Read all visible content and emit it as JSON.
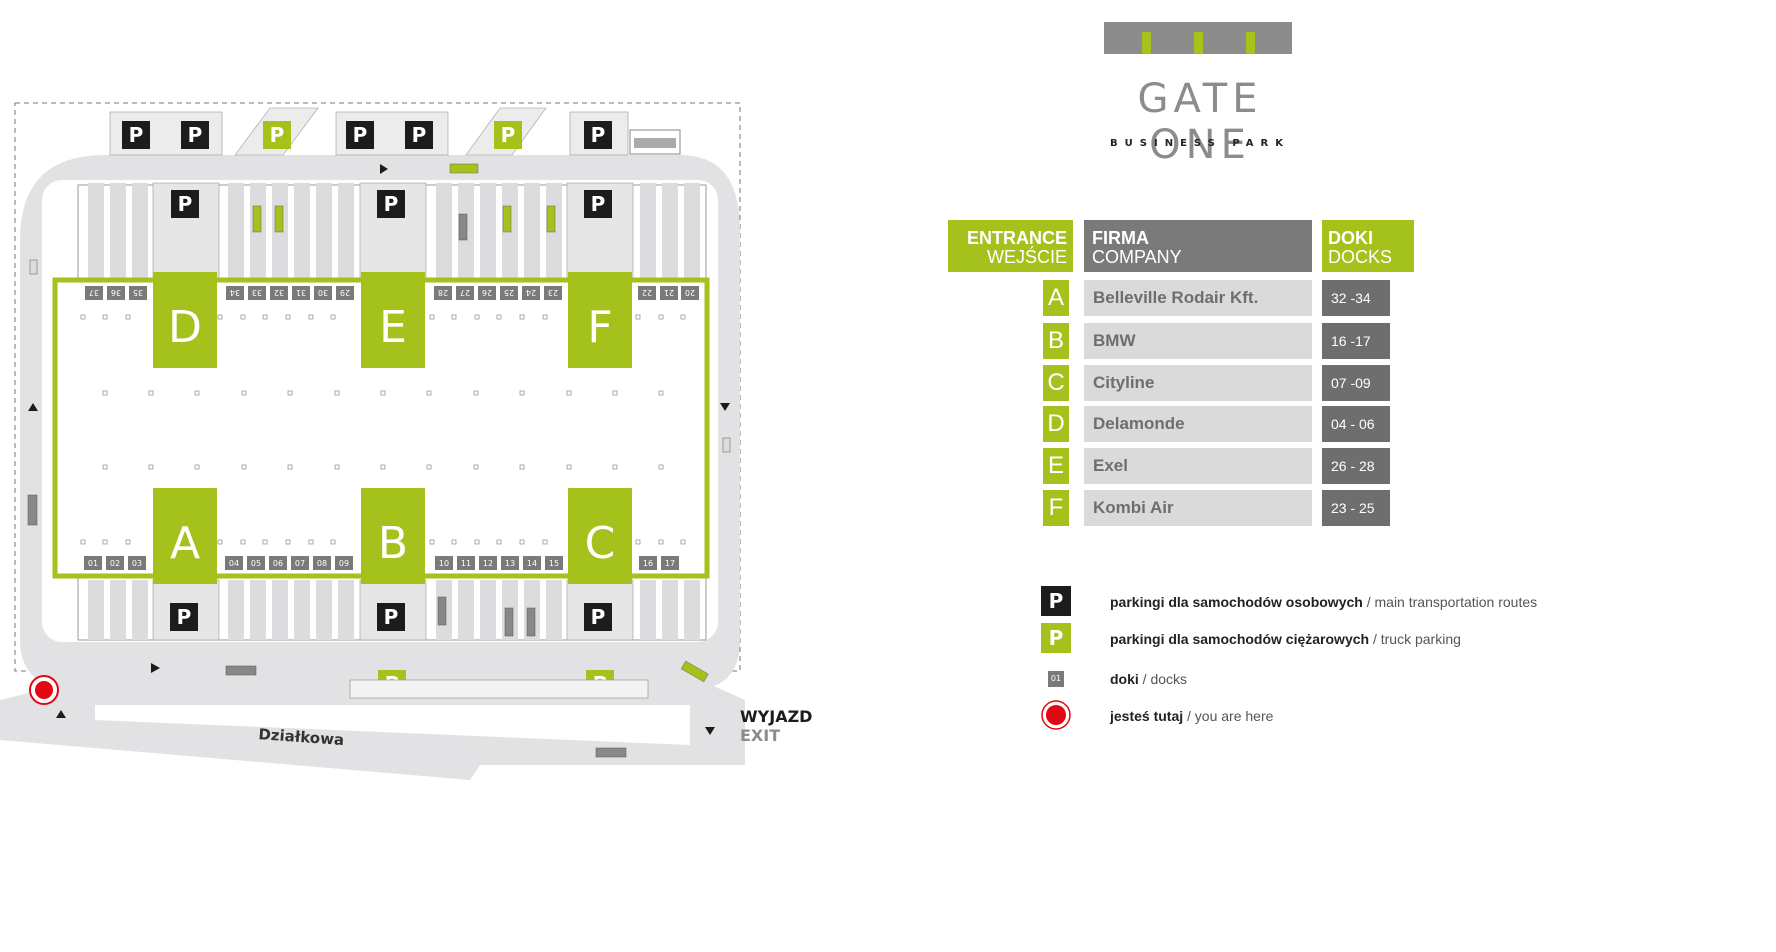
{
  "logo": {
    "name": "GATE ONE",
    "subtitle": "BUSINESS PARK"
  },
  "colors": {
    "accent": "#a4c21b",
    "dark": "#1c1c1c",
    "gray": "#7a7a7a",
    "light_gray": "#dadada",
    "here_red": "#e30613"
  },
  "table": {
    "headers": {
      "entrance": [
        "ENTRANCE",
        "WEJŚCIE"
      ],
      "company": [
        "FIRMA",
        "COMPANY"
      ],
      "docks": [
        "DOKI",
        "DOCKS"
      ]
    },
    "rows": [
      {
        "entrance": "A",
        "company": "Belleville Rodair Kft.",
        "docks": "32 -34"
      },
      {
        "entrance": "B",
        "company": "BMW",
        "docks": "16 -17"
      },
      {
        "entrance": "C",
        "company": "Cityline",
        "docks": "07 -09"
      },
      {
        "entrance": "D",
        "company": "Delamonde",
        "docks": "04 - 06"
      },
      {
        "entrance": "E",
        "company": "Exel",
        "docks": "26 - 28"
      },
      {
        "entrance": "F",
        "company": "Kombi Air",
        "docks": "23 - 25"
      }
    ]
  },
  "legend": [
    {
      "icon": "car-parking-icon",
      "symbol": "P",
      "bold": "parkingi dla samochodów osobowych",
      "rest": " / main transportation routes"
    },
    {
      "icon": "truck-parking-icon",
      "symbol": "P",
      "bold": "parkingi dla samochodów ciężarowych",
      "rest": " / truck parking"
    },
    {
      "icon": "dock-icon",
      "symbol": "01",
      "bold": "doki",
      "rest": " / docks"
    },
    {
      "icon": "you-are-here-icon",
      "symbol": "",
      "bold": "jesteś tutaj",
      "rest": " / you are here"
    }
  ],
  "map": {
    "entrances": [
      "D",
      "E",
      "F",
      "A",
      "B",
      "C"
    ],
    "docks_top": [
      "37",
      "36",
      "35",
      "34",
      "33",
      "32",
      "31",
      "30",
      "29",
      "28",
      "27",
      "26",
      "25",
      "24",
      "23",
      "22",
      "21",
      "20"
    ],
    "docks_bottom": [
      "01",
      "02",
      "03",
      "04",
      "05",
      "06",
      "07",
      "08",
      "09",
      "10",
      "11",
      "12",
      "13",
      "14",
      "15",
      "16",
      "17"
    ],
    "parking_symbol": "P",
    "street": "Działkowa",
    "exit_pl": "WYJAZD",
    "exit_en": "EXIT"
  }
}
